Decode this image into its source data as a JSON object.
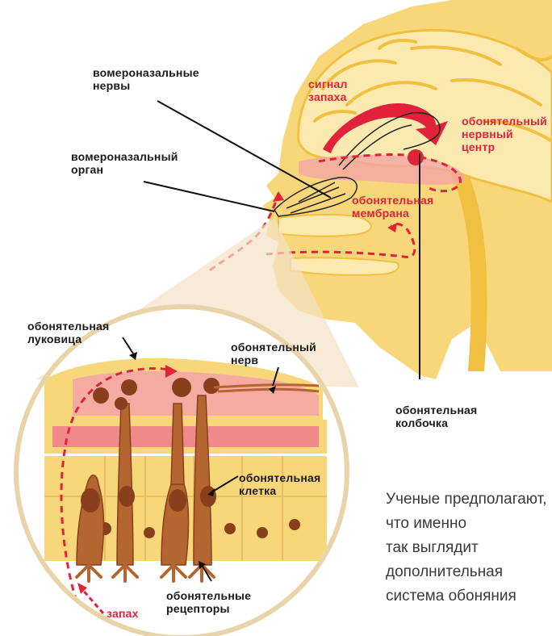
{
  "labels": {
    "vomeronasal_nerves": "вомероназальные\nнервы",
    "vomeronasal_organ": "вомероназальный\nорган",
    "smell_signal": "сигнал\nзапаха",
    "olfactory_center": "обонятельный\nнервный\nцентр",
    "olfactory_membrane": "обонятельная\nмембрана",
    "olfactory_bulb": "обонятельная\nлуковица",
    "olfactory_nerve": "обонятельный\nнерв",
    "olfactory_bulb_small": "обонятельная\nколбочка",
    "olfactory_cell": "обонятельная\nклетка",
    "olfactory_receptors": "обонятельные\nрецепторы",
    "smell": "запах"
  },
  "caption": "Ученые предполагают,\nчто именно\nтак выглядит\nдополнительная\nсистема обоняния",
  "colors": {
    "head": "#f7d779",
    "head_dark": "#f0c040",
    "brain": "#fbe9b0",
    "pink": "#f4a6a6",
    "red": "#e0223a",
    "cell": "#b5652f",
    "cell_dark": "#8a3f1c"
  }
}
